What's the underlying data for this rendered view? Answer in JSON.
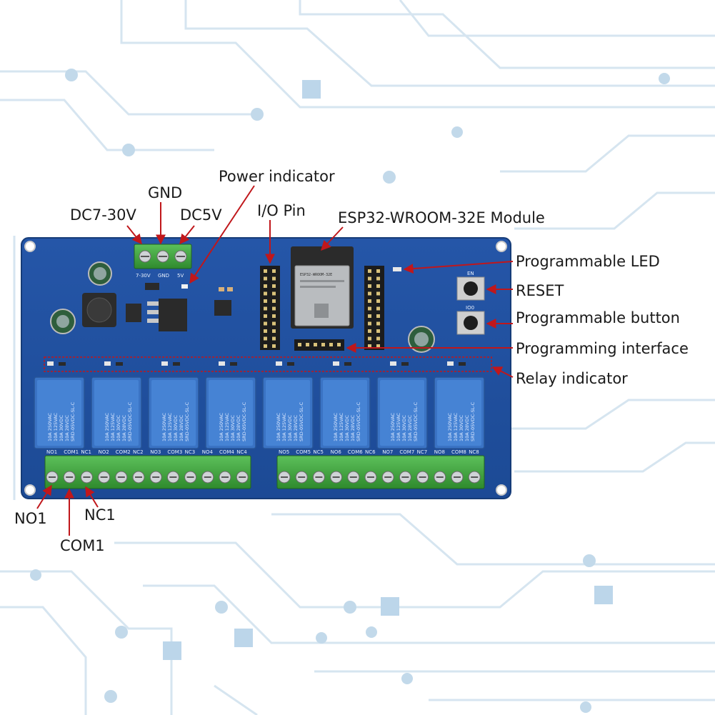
{
  "colors": {
    "label_text": "#1a1a1a",
    "pointer": "#c0171b",
    "pcb": "#1f4f9e",
    "pcb_edge": "#1a3f80",
    "terminal": "#3fa53c",
    "relay": "#3a73c4",
    "circuit_bg": "#cfe0ee"
  },
  "labels": {
    "power_indicator": "Power indicator",
    "gnd": "GND",
    "dc7_30v": "DC7-30V",
    "dc5v": "DC5V",
    "io_pin": "I/O Pin",
    "esp32_module": "ESP32-WROOM-32E Module",
    "programmable_led": "Programmable LED",
    "reset": "RESET",
    "programmable_button": "Programmable button",
    "programming_interface": "Programming interface",
    "relay_indicator": "Relay indicator",
    "no1": "NO1",
    "com1": "COM1",
    "nc1": "NC1"
  },
  "board": {
    "power_terminal_silk": [
      "7-30V",
      "GND",
      "5V"
    ],
    "button_silk": [
      "EN",
      "IO0"
    ],
    "module_marking": "ESP32-WROOM-32E",
    "relay_marking": [
      "10A 250VAC",
      "10A 125VAC",
      "10A 30VDC",
      "10A 28VDC",
      "SRD-05VDC-SL-C"
    ],
    "relay_count": 8,
    "relay_terminals": [
      "NO1",
      "COM1",
      "NC1",
      "NO2",
      "COM2",
      "NC2",
      "NO3",
      "COM3",
      "NC3",
      "NO4",
      "COM4",
      "NC4",
      "NO5",
      "COM5",
      "NC5",
      "NO6",
      "COM6",
      "NC6",
      "NO7",
      "COM7",
      "NC7",
      "NO8",
      "COM8",
      "NC8"
    ]
  }
}
